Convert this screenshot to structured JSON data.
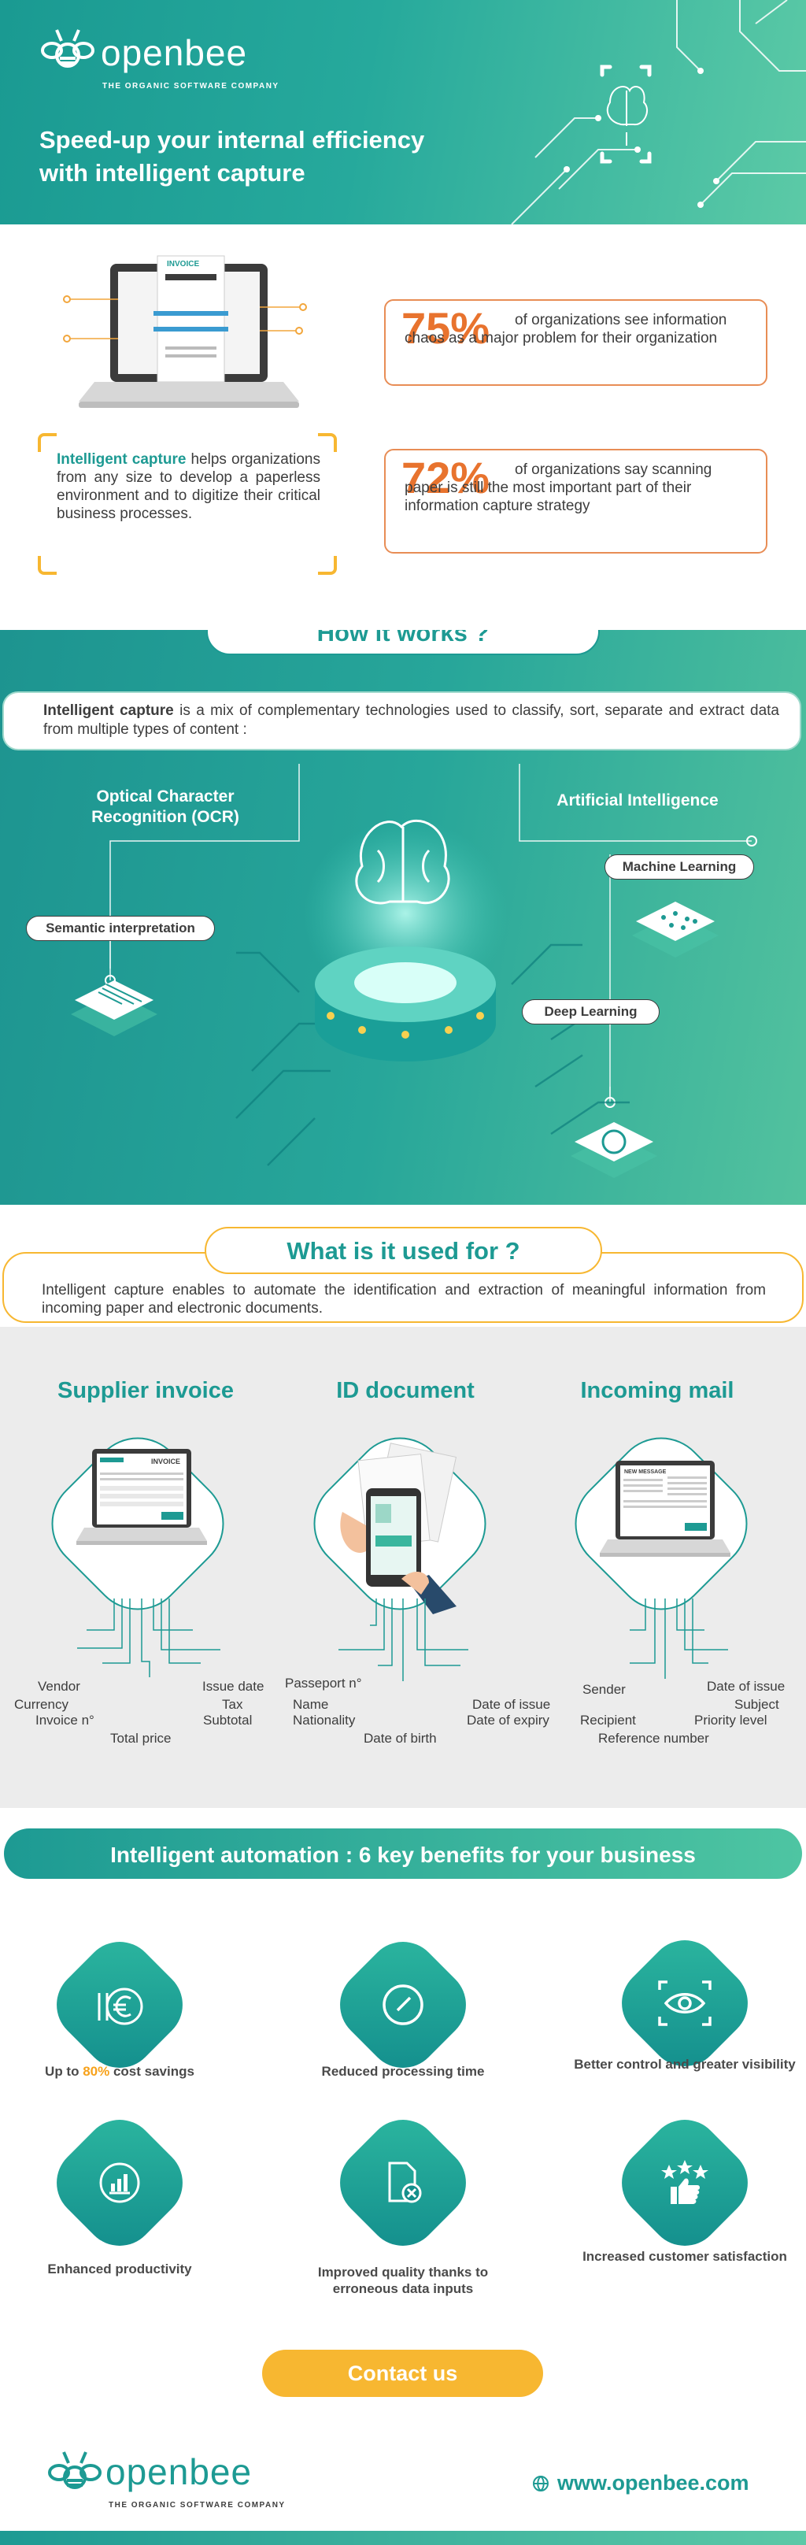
{
  "header": {
    "brand": "openbee",
    "tagline": "THE ORGANIC SOFTWARE COMPANY",
    "headline_line1": "Speed-up your internal efficiency",
    "headline_line2": "with intelligent capture"
  },
  "intro": {
    "laptop_doc_title": "INVOICE",
    "text_bold": "Intelligent capture",
    "text_rest": " helps organizations from any size to develop a paperless environment and to digitize their critical business processes.",
    "stats": [
      {
        "value": "75%",
        "text": "of organizations see information chaos as a major problem for their organization"
      },
      {
        "value": "72%",
        "text": "of organizations say scanning paper is still the most important part of their information capture strategy"
      }
    ]
  },
  "how": {
    "title": "How it works ?",
    "desc_bold": "Intelligent capture",
    "desc_rest": " is a mix of complementary technologies used to classify, sort, separate and extract data from multiple types of content :",
    "ocr_label_line1": "Optical Character",
    "ocr_label_line2": "Recognition (OCR)",
    "ai_label": "Artificial Intelligence",
    "pills": [
      "Machine Learning",
      "Semantic interpretation",
      "Deep Learning"
    ]
  },
  "usage": {
    "title": "What is it used for ?",
    "desc": "Intelligent capture enables to automate the identification and extraction of meaningful information from incoming paper and electronic documents.",
    "columns": [
      {
        "title": "Supplier invoice",
        "screen_title": "INVOICE",
        "labels": [
          "Vendor",
          "Currency",
          "Invoice n°",
          "Total price",
          "Issue date",
          "Tax",
          "Subtotal"
        ]
      },
      {
        "title": "ID document",
        "labels": [
          "Passeport n°",
          "Name",
          "Nationality",
          "Date of birth",
          "Date of issue",
          "Date of expiry"
        ]
      },
      {
        "title": "Incoming mail",
        "screen_title": "NEW MESSAGE",
        "labels": [
          "Sender",
          "Recipient",
          "Reference number",
          "Date of issue",
          "Subject",
          "Priority level"
        ]
      }
    ]
  },
  "benefits": {
    "title": "Intelligent automation : 6 key benefits for your business",
    "items": [
      {
        "icon": "euro-coins-icon",
        "prefix": "Up to ",
        "highlight": "80%",
        "text": " cost savings"
      },
      {
        "icon": "clock-icon",
        "text": "Reduced processing time"
      },
      {
        "icon": "eye-scan-icon",
        "text": "Better control and greater visibility"
      },
      {
        "icon": "chart-icon",
        "text": "Enhanced productivity"
      },
      {
        "icon": "document-error-icon",
        "text": "Improved quality thanks to erroneous data inputs"
      },
      {
        "icon": "thumbs-up-stars-icon",
        "text": "Increased customer satisfaction"
      }
    ],
    "cta": "Contact us"
  },
  "footer": {
    "brand": "openbee",
    "tagline": "THE ORGANIC SOFTWARE COMPANY",
    "url": "www.openbee.com"
  },
  "colors": {
    "teal": "#1d9a93",
    "teal_light": "#5cc9a7",
    "orange": "#e8732e",
    "yellow": "#f7b731",
    "gray_bg": "#ececec"
  }
}
